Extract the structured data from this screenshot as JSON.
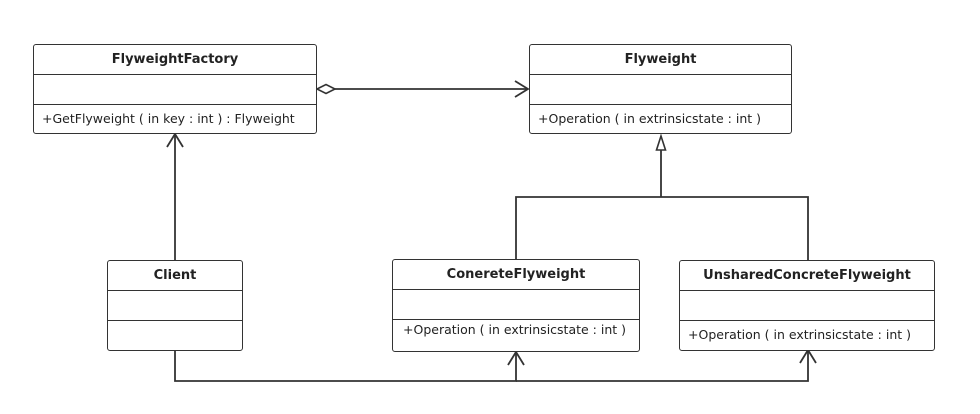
{
  "classes": {
    "flyweight_factory": {
      "name": "FlyweightFactory",
      "operation": "+GetFlyweight ( in key : int )  : Flyweight"
    },
    "flyweight": {
      "name": "Flyweight",
      "operation": "+Operation ( in extrinsicstate : int )"
    },
    "client": {
      "name": "Client",
      "operation": ""
    },
    "concrete_flyweight": {
      "name": "ConereteFlyweight",
      "operation": "+Operation ( in extrinsicstate : int )"
    },
    "unshared_concrete_flyweight": {
      "name": "UnsharedConcreteFlyweight",
      "operation": "+Operation ( in extrinsicstate : int )"
    }
  }
}
